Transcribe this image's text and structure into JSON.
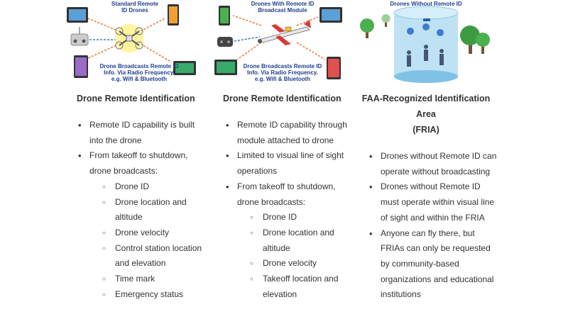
{
  "columns": [
    {
      "caption_top": [
        "Standard Remote",
        "ID Drones"
      ],
      "caption_bottom": [
        "Drone Broadcasts Remote ID",
        "Info. Via Radio Frequency.",
        "e.g. Wifi & Bluetooth"
      ],
      "title": "Drone Remote Identification",
      "bullets": [
        {
          "text": "Remote ID capability is built into the drone"
        },
        {
          "text": "From takeoff to shutdown, drone broadcasts:",
          "sub": [
            "Drone ID",
            "Drone location and altitude",
            "Drone velocity",
            "Control station location and elevation",
            "Time mark",
            "Emergency status"
          ]
        }
      ]
    },
    {
      "caption_top": [
        "Drones With Remote ID",
        "Broadcast Module"
      ],
      "caption_bottom": [
        "Drone Broadcasts Remote ID",
        "Info. Via Radio Frequency.",
        "e.g. Wifi & Bluetooth"
      ],
      "title": "Drone Remote Identification",
      "bullets": [
        {
          "text": "Remote ID capability through module attached to drone"
        },
        {
          "text": "Limited to visual line of sight operations"
        },
        {
          "text": "From takeoff to shutdown, drone broadcasts:",
          "sub": [
            "Drone ID",
            "Drone location and altitude",
            "Drone velocity",
            "Takeoff location and elevation"
          ]
        }
      ]
    },
    {
      "caption_top": [
        "Drones Without Remote ID"
      ],
      "title": [
        "FAA-Recognized Identification Area",
        "(FRIA)"
      ],
      "bullets": [
        {
          "text": "Drones without Remote ID can operate without broadcasting"
        },
        {
          "text": "Drones without Remote ID must operate within visual line of sight and within the FRIA"
        },
        {
          "text": "Anyone can fly there, but FRIAs can only be requested by community-based organizations and educational institutions"
        }
      ]
    }
  ],
  "colors": {
    "caption": "#1f3f8f",
    "arrow_orange": "#f07d3a",
    "arrow_blue": "#3a7bd5",
    "tree_green": "#4caf50",
    "cylinder_blue": "#a8d8f0"
  }
}
